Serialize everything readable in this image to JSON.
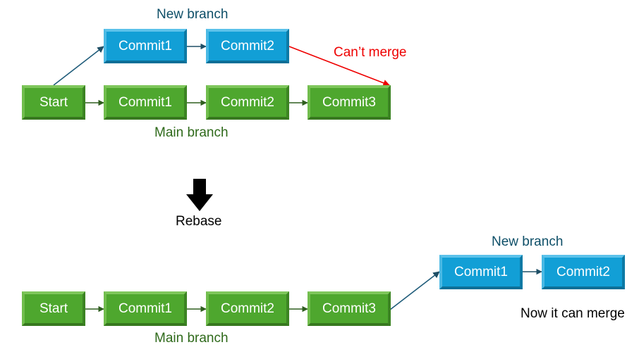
{
  "top": {
    "new_branch_label": "New branch",
    "main_branch_label": "Main branch",
    "cant_merge_label": "Can’t merge",
    "new_branch_commits": [
      "Commit1",
      "Commit2"
    ],
    "main_commits": [
      "Start",
      "Commit1",
      "Commit2",
      "Commit3"
    ]
  },
  "rebase_label": "Rebase",
  "bottom": {
    "new_branch_label": "New branch",
    "main_branch_label": "Main branch",
    "can_merge_label": "Now it can merge",
    "new_branch_commits": [
      "Commit1",
      "Commit2"
    ],
    "main_commits": [
      "Start",
      "Commit1",
      "Commit2",
      "Commit3"
    ]
  },
  "colors": {
    "main_branch_fill": "#4ea72e",
    "new_branch_fill": "#129fd6",
    "cant_merge": "#ee0000",
    "connector": "#1f5c7a"
  }
}
